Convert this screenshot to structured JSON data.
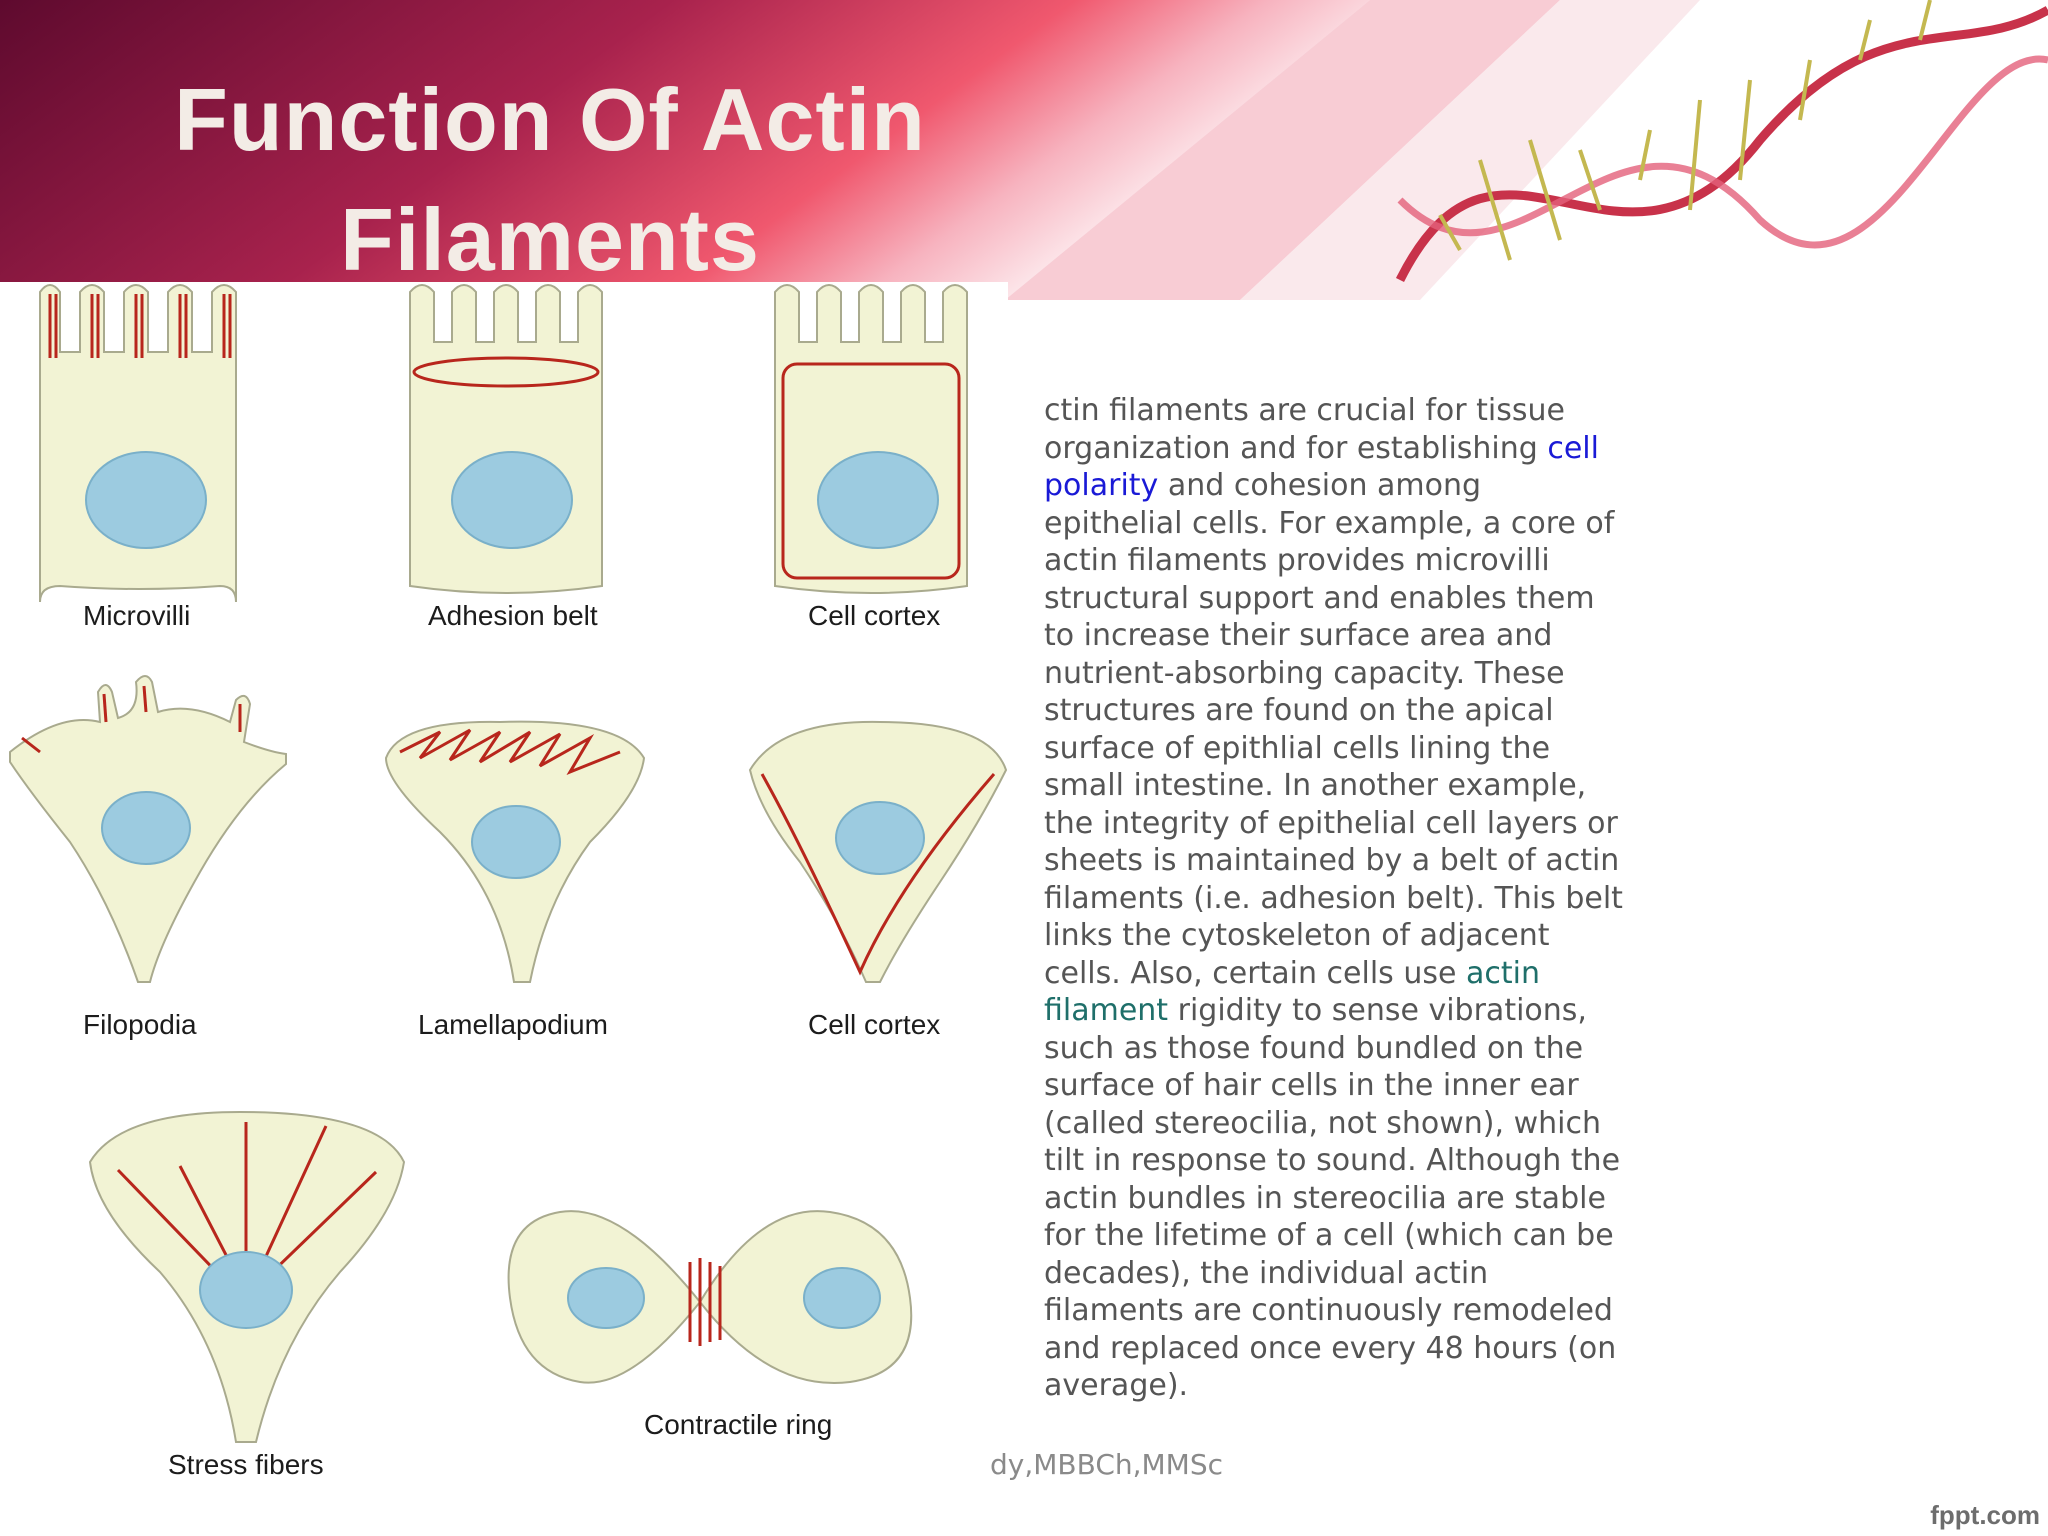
{
  "slide": {
    "title_line1": "Function Of Actin",
    "title_line2": "Filaments",
    "body": {
      "part1": "ctin filaments are crucial for tissue organization and for establishing ",
      "link1": "cell polarity",
      "part2": " and cohesion among epithelial cells. For example, a core of actin filaments provides microvilli structural support and enables them to increase their surface area and nutrient-absorbing capacity. These structures are found on the apical surface of epithlial cells lining the small intestine. In another example, the integrity of epithelial cell layers or sheets is maintained by a belt of actin filaments (i.e. adhesion belt). This belt links the cytoskeleton of adjacent cells. Also, certain cells use ",
      "link2": "actin filament",
      "part3": " rigidity to sense vibrations, such as those found bundled on the surface of hair cells in the inner ear (called stereocilia, not shown), which tilt in response to sound. Although the actin bundles in stereocilia are stable for the lifetime of a cell (which can be decades), the individual actin filaments are continuously remodeled and replaced once every 48 hours (on average)."
    },
    "footer": "dy,MBBCh,MMSc",
    "brand": "fppt.com"
  },
  "figure": {
    "labels": {
      "microvilli": "Microvilli",
      "adhesion_belt": "Adhesion belt",
      "cell_cortex_1": "Cell cortex",
      "filopodia": "Filopodia",
      "lamellapodium": "Lamellapodium",
      "cell_cortex_2": "Cell cortex",
      "stress_fibers": "Stress fibers",
      "contractile_ring": "Contractile ring"
    }
  },
  "colors": {
    "header_dark": "#5e0a2e",
    "header_mid": "#a8224d",
    "header_light": "#f0586e",
    "cell_fill": "#f2f3d4",
    "nucleus": "#9ccbe0",
    "actin": "#b8261c",
    "link_blue": "#1a1ad6",
    "link_teal": "#1f6f6a"
  }
}
